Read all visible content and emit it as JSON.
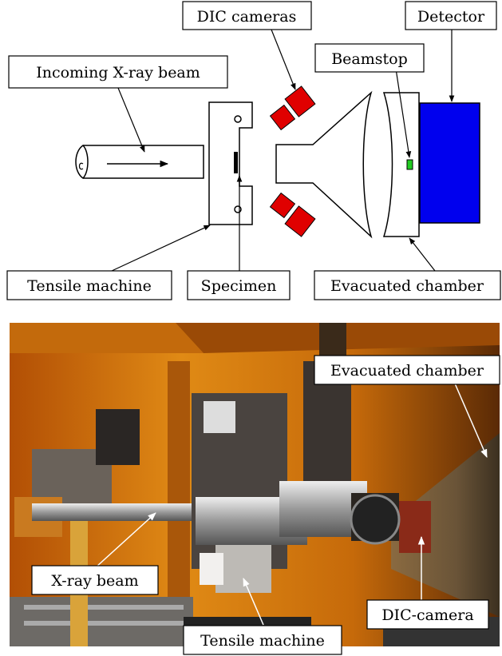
{
  "schematic": {
    "labels": {
      "incoming_beam": "Incoming X-ray beam",
      "dic_cameras": "DIC cameras",
      "detector": "Detector",
      "beamstop": "Beamstop",
      "tensile_machine": "Tensile machine",
      "specimen": "Specimen",
      "evacuated_chamber": "Evacuated chamber"
    },
    "colors": {
      "camera": "#e00000",
      "detector": "#0000ee",
      "beamstop": "#22cc22"
    }
  },
  "photo": {
    "labels": {
      "evacuated_chamber": "Evacuated chamber",
      "xray_beam": "X-ray beam",
      "dic_camera": "DIC-camera",
      "tensile_machine": "Tensile machine"
    }
  }
}
